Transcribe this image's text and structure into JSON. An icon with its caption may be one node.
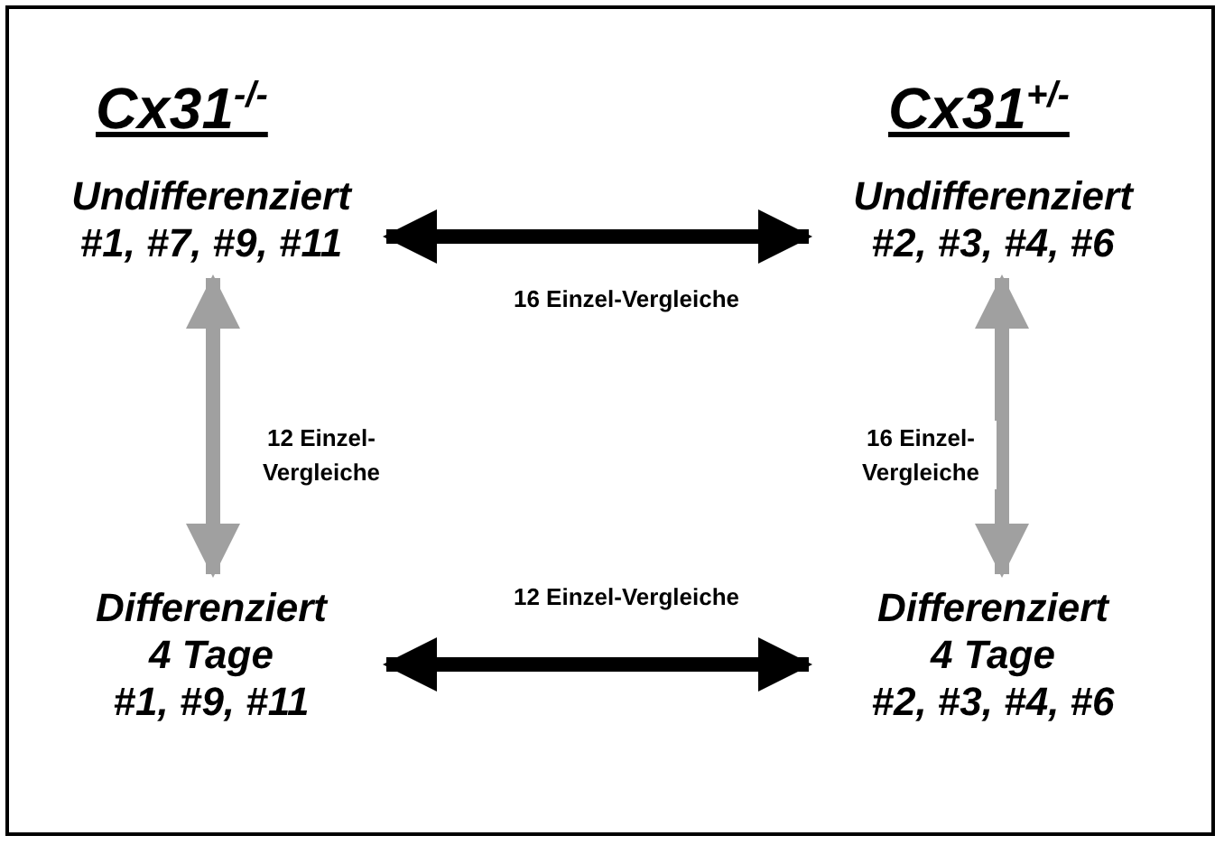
{
  "diagram": {
    "nodes": [
      {
        "text": [
          "Undifferenziert",
          "#1, #7, #9, #11"
        ]
      },
      {
        "text": [
          "Undifferenziert",
          "#2, #3, #4, #6"
        ]
      },
      {
        "text": [
          "Differenziert",
          "4 Tage",
          "#1, #9, #11"
        ]
      },
      {
        "text": [
          "Differenziert",
          "4 Tage",
          "#2, #3, #4, #6"
        ]
      }
    ],
    "edges": [
      {
        "from": 0,
        "to": 1,
        "arrow": "both",
        "label": "16 Einzel-Vergleiche"
      },
      {
        "from": 0,
        "to": 2,
        "arrow": "both",
        "label": "12 Einzel- Vergleiche",
        "color": "#a0a0a0"
      },
      {
        "from": 1,
        "to": 3,
        "arrow": "both",
        "label": "16 Einzel- Vergleiche",
        "color": "#a0a0a0"
      },
      {
        "from": 2,
        "to": 3,
        "arrow": "both",
        "label": "12 Einzel-Vergleiche"
      }
    ],
    "labels": [
      "Cx31$^{-/-}$",
      "Cx31$^{+/-}$"
    ]
  }
}
